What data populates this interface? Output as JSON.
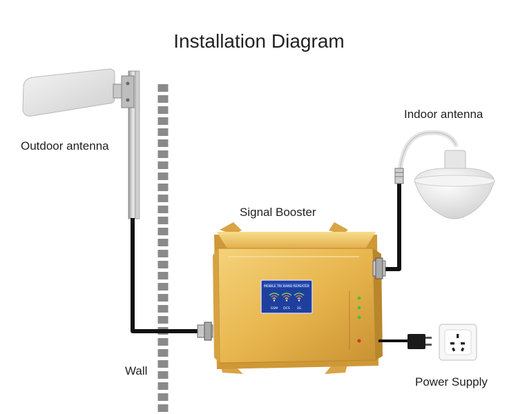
{
  "title": "Installation Diagram",
  "labels": {
    "outdoor_antenna": "Outdoor antenna",
    "indoor_antenna": "Indoor antenna",
    "signal_booster": "Signal Booster",
    "wall": "Wall",
    "power_supply": "Power Supply"
  },
  "booster_panel": {
    "heading": "MOBILE TRI BAND REPEATER",
    "bands": [
      "GSM",
      "DCS",
      "3G"
    ]
  },
  "colors": {
    "booster_gold": "#e8b64e",
    "cable": "#111111",
    "wall_stripe": "#8a8a8a",
    "panel_blue": "#1f3f9e"
  }
}
